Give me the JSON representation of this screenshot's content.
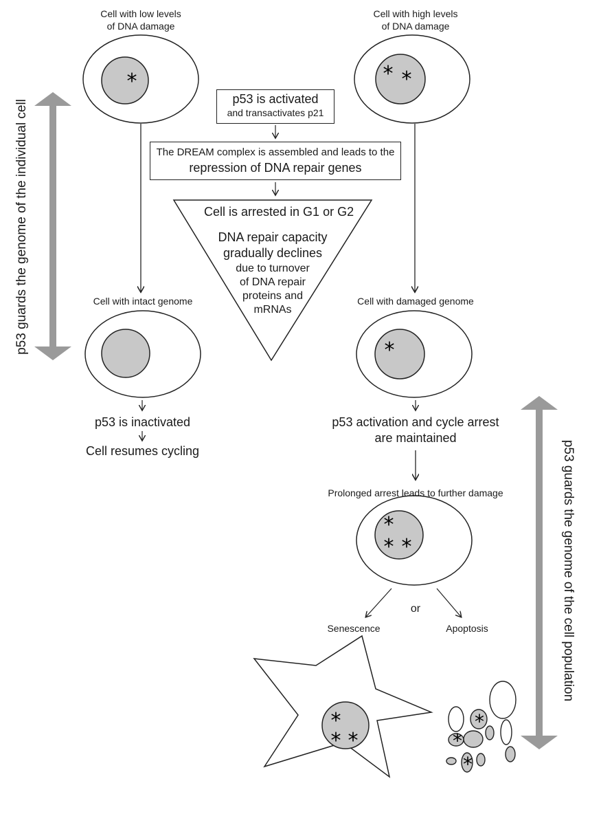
{
  "top_left_cell": {
    "label": "Cell with low levels\nof DNA damage"
  },
  "top_right_cell": {
    "label": "Cell with high levels\nof DNA damage"
  },
  "activation_box": {
    "line1": "p53 is activated",
    "line2": "and transactivates p21"
  },
  "dream_box": {
    "line1": "The DREAM complex is assembled and leads to the",
    "line2": "repression of DNA repair genes"
  },
  "triangle": {
    "line1": "Cell is arrested in G1 or G2",
    "line2": "DNA repair capacity",
    "line3": "gradually declines",
    "line4": "due to turnover",
    "line5": "of DNA repair",
    "line6": "proteins and",
    "line7": "mRNAs"
  },
  "intact_cell": {
    "label": "Cell with intact genome"
  },
  "damaged_cell": {
    "label": "Cell with damaged genome"
  },
  "left_outcome": {
    "line1": "p53 is inactivated",
    "line2": "Cell  resumes cycling"
  },
  "right_outcome": {
    "line1": "p53 activation and cycle arrest",
    "line2": "are maintained"
  },
  "prolonged": {
    "label": "Prolonged arrest leads to further damage"
  },
  "or_label": "or",
  "senescence": {
    "label": "Senescence"
  },
  "apoptosis": {
    "label": "Apoptosis"
  },
  "left_axis": {
    "label": "p53 guards the genome of the individual cell"
  },
  "right_axis": {
    "label": "p53 guards the genome of the cell population"
  },
  "colors": {
    "nucleus": "#c8c8c8",
    "axis_arrow": "#9a9a9a",
    "outline": "#222222"
  }
}
